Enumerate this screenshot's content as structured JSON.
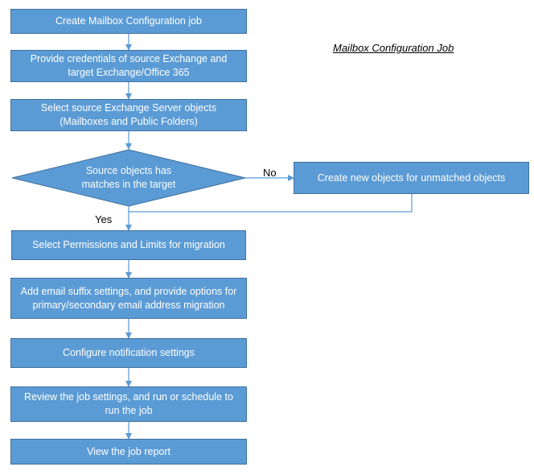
{
  "title": "Mailbox Configuration Job",
  "steps": {
    "create_job": "Create Mailbox Configuration job",
    "credentials": "Provide credentials of source Exchange and target Exchange/Office 365",
    "select_objects": "Select source Exchange Server objects (Mailboxes and Public Folders)",
    "decision": "Source objects has matches in the target",
    "create_new": "Create new objects for unmatched objects",
    "permissions": "Select Permissions and Limits for migration",
    "email_suffix": "Add email suffix settings, and provide options for primary/secondary email address migration",
    "notification": "Configure notification settings",
    "review": "Review the job settings, and run or schedule to run the job",
    "report": "View the job report"
  },
  "edges": {
    "no_label": "No",
    "yes_label": "Yes"
  },
  "colors": {
    "box_fill": "#5b9bd5",
    "box_border": "#41719c",
    "arrow": "#5b9bd5"
  }
}
